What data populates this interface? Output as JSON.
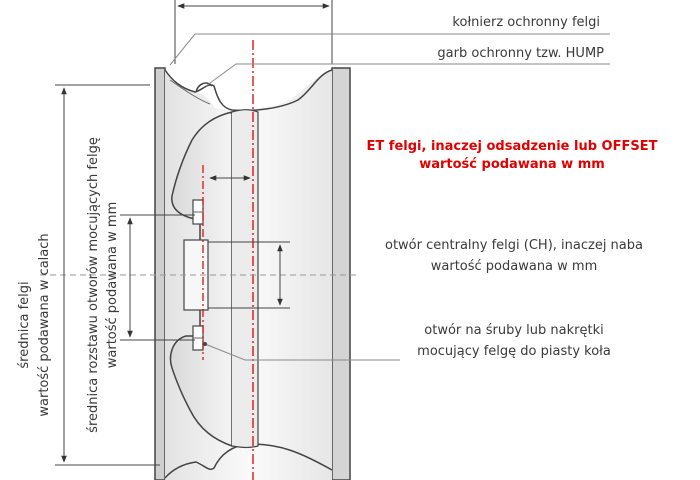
{
  "labels": {
    "rim_flange": "kołnierz ochronny felgi",
    "hump": "garb ochronny tzw. HUMP",
    "et_line1": "ET felgi, inaczej odsadzenie lub OFFSET",
    "et_line2": "wartość podawana w mm",
    "ch_line1": "otwór centralny felgi (CH), inaczej naba",
    "ch_line2": "wartość podawana w mm",
    "bolt_line1": "otwór na śruby lub nakrętki",
    "bolt_line2": "mocujący felgę do piasty koła",
    "diameter_line1": "średnica felgi",
    "diameter_line2": "wartość podawana w calach",
    "pcd_line1": "średnica rozstawu otworów mocujących felgę",
    "pcd_line2": "wartość podawana w mm"
  },
  "colors": {
    "text": "#3a3a3a",
    "accent": "#e00000",
    "rim_fill": "#efefef",
    "rim_stroke": "#444444"
  }
}
